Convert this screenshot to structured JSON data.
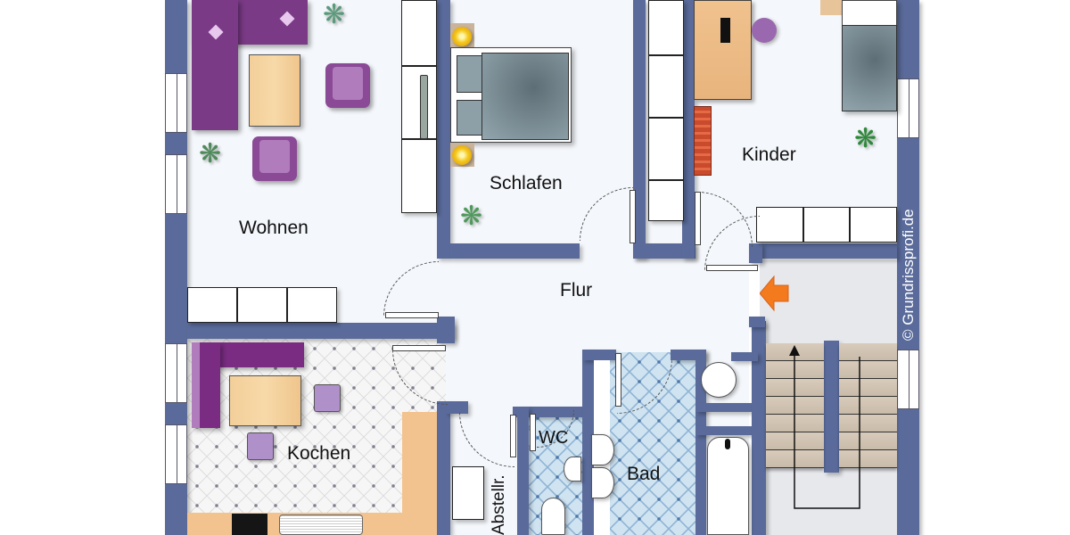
{
  "floorplan": {
    "rooms": [
      {
        "id": "wohnen",
        "label": "Wohnen"
      },
      {
        "id": "schlafen",
        "label": "Schlafen"
      },
      {
        "id": "kinder",
        "label": "Kinder"
      },
      {
        "id": "flur",
        "label": "Flur"
      },
      {
        "id": "kochen",
        "label": "Kochen"
      },
      {
        "id": "abstellr",
        "label": "Abstellr."
      },
      {
        "id": "wc",
        "label": "WC"
      },
      {
        "id": "bad",
        "label": "Bad"
      }
    ],
    "watermark": "© Grundrissprofi.de",
    "entrance_marker": {
      "icon": "entry-arrow-icon",
      "color": "#f47a1e"
    },
    "colors": {
      "wall": "#5a6b9b",
      "floor": "#f4f7fb",
      "kitchen_tile": "#f6f6f6",
      "bath_tile": "#cfe3f1",
      "furniture_purple": "#7a3a86",
      "table_wood": "#f3cf9a",
      "stair": "#d8cbbb"
    },
    "icons": {
      "plant": "❋",
      "stair_arrow": "▲"
    }
  }
}
